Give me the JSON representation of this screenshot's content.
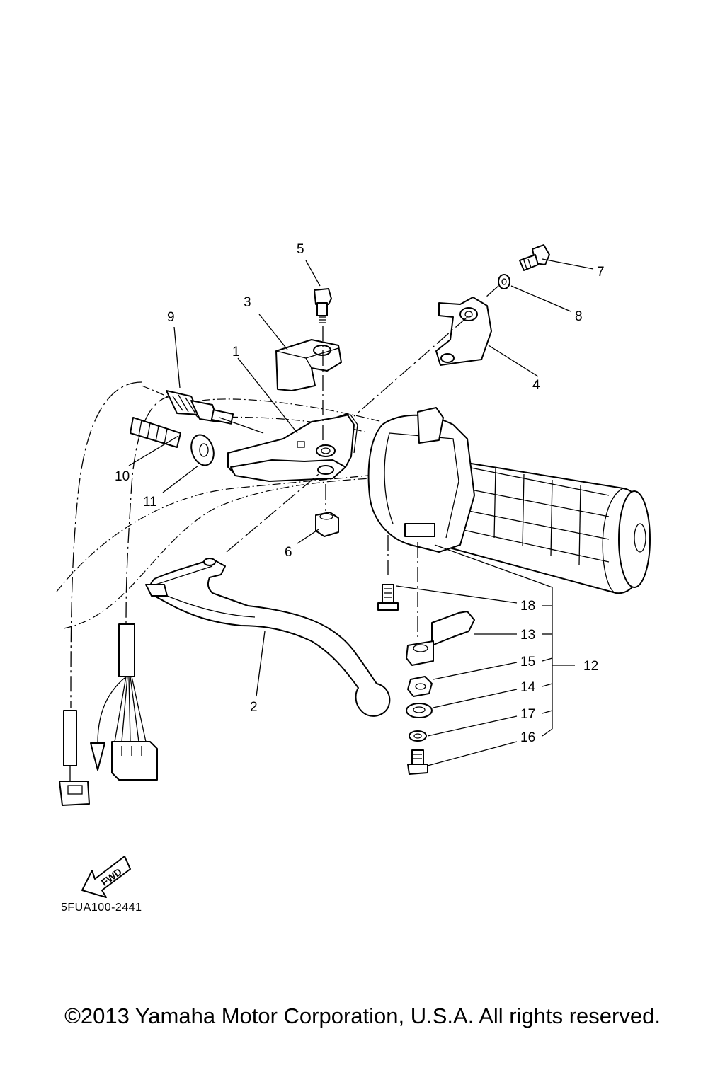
{
  "diagram": {
    "reference_code": "5FUA100-2441",
    "fwd_arrow_label": "FWD",
    "copyright": "©2013 Yamaha Motor Corporation, U.S.A. All rights reserved.",
    "callouts": {
      "p1": "1",
      "p2": "2",
      "p3": "3",
      "p4": "4",
      "p5": "5",
      "p6": "6",
      "p7": "7",
      "p8": "8",
      "p9": "9",
      "p10": "10",
      "p11": "11",
      "p12": "12",
      "p13": "13",
      "p14": "14",
      "p15": "15",
      "p16": "16",
      "p17": "17",
      "p18": "18"
    }
  }
}
